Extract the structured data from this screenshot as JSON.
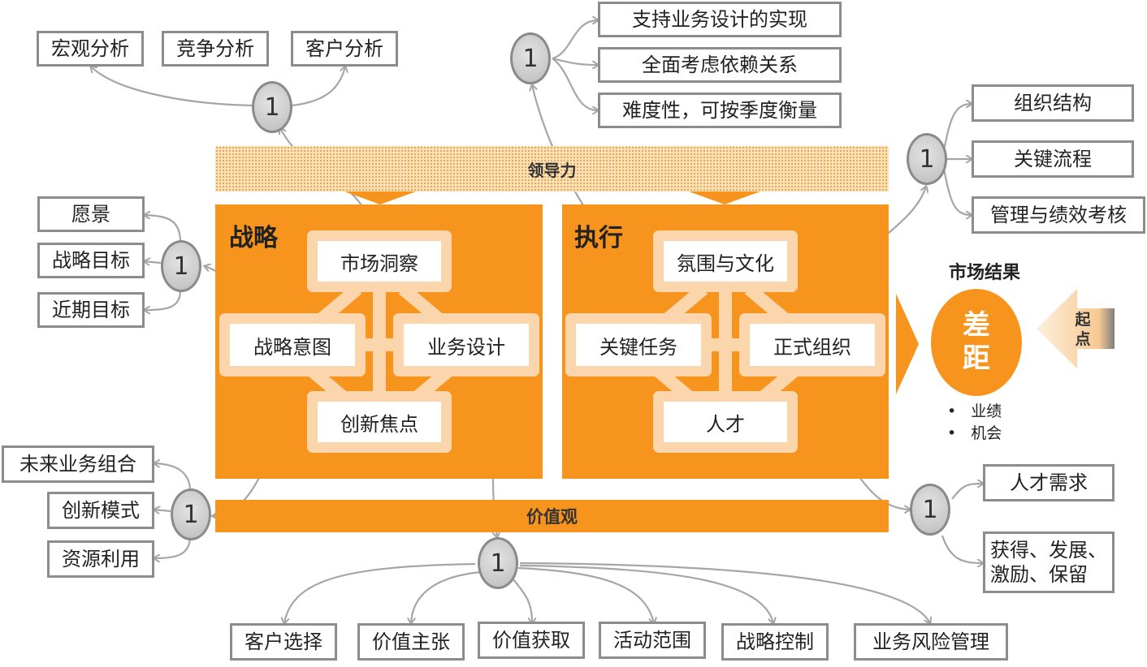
{
  "diagram": {
    "leadership_label": "领导力",
    "values_label": "价值观",
    "strategy": {
      "title": "战略",
      "market_insight": "市场洞察",
      "strategic_intent": "战略意图",
      "business_design": "业务设计",
      "innovation_focus": "创新焦点"
    },
    "execution": {
      "title": "执行",
      "climate_culture": "氛围与文化",
      "key_tasks": "关键任务",
      "formal_org": "正式组织",
      "talent": "人才"
    },
    "market_result": {
      "title": "市场结果",
      "gap_line1": "差",
      "gap_line2": "距",
      "bullets": [
        "业绩",
        "机会"
      ]
    },
    "start_label": "起点",
    "node_label": "1",
    "market_insight_group": [
      "宏观分析",
      "竞争分析",
      "客户分析"
    ],
    "key_tasks_group": [
      "支持业务设计的实现",
      "全面考虑依赖关系",
      "难度性，可按季度衡量"
    ],
    "formal_org_group": [
      "组织结构",
      "关键流程",
      "管理与绩效考核"
    ],
    "strategic_intent_group": [
      "愿景",
      "战略目标",
      "近期目标"
    ],
    "innovation_group": [
      "未来业务组合",
      "创新模式",
      "资源利用"
    ],
    "talent_group": {
      "first": "人才需求",
      "second_line1": "获得、发展、",
      "second_line2": "激励、保留"
    },
    "business_design_group": [
      "客户选择",
      "价值主张",
      "价值获取",
      "活动范围",
      "战略控制",
      "业务风险管理"
    ]
  },
  "colors": {
    "orange": "#f7941d",
    "light_orange": "#fbd6ad",
    "gray_connector": "#a6a6a6",
    "box_border": "#8c8c8c"
  }
}
